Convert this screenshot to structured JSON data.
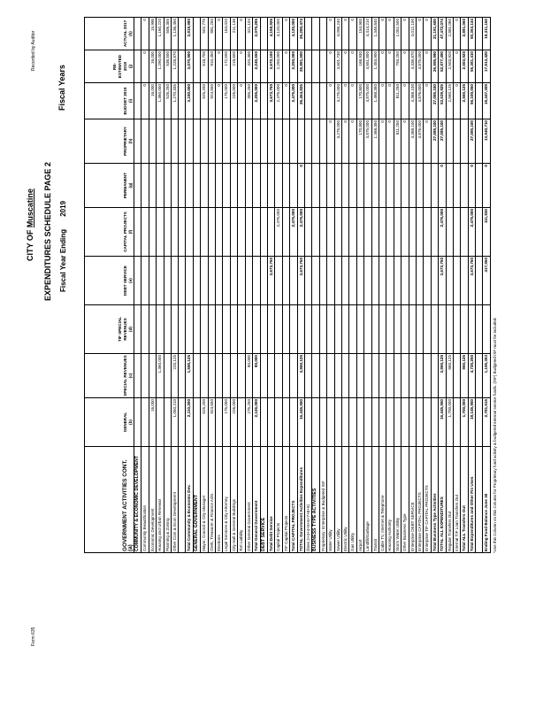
{
  "page": {
    "form_label": "Form 635",
    "recorded_label": "Recorded by Auditor",
    "city_prefix": "CITY OF",
    "city_name": "Muscatine",
    "title": "EXPENDITURES SCHEDULE PAGE 2",
    "fiscal_year_ending": "Fiscal Year Ending",
    "fiscal_year": "2019",
    "fiscal_years": "Fiscal Years",
    "footnote": "*Use this Column on this Column for Proprietary fund activity & budgeted internal service funds. (ISF) Budgeted ISF must be included."
  },
  "table": {
    "headers": [
      {
        "label": "GOVERNMENT ACTIVITIES CONT.",
        "code": "(a)"
      },
      {
        "label": "GENERAL",
        "code": "(b)"
      },
      {
        "label": "SPECIAL REVENUES",
        "code": "(c)"
      },
      {
        "label": "TIF SPECIAL REVENUES",
        "code": "(d)"
      },
      {
        "label": "DEBT SERVICE",
        "code": "(e)"
      },
      {
        "label": "CAPITAL PROJECTS",
        "code": "(f)"
      },
      {
        "label": "PERMANENT",
        "code": "(g)"
      },
      {
        "label": "PROPRIETARY",
        "code": "(h)"
      },
      {
        "label": "BUDGET 2019",
        "code": "(i)"
      },
      {
        "label": "RE-ESTIMATED 2018",
        "code": "(j)"
      },
      {
        "label": "ACTUAL 2017",
        "code": "(k)"
      }
    ],
    "rows": [
      {
        "type": "sec",
        "cells": [
          "COMMUNITY & ECONOMIC DEVELOPMENT",
          "",
          "",
          "",
          "",
          "",
          "",
          "",
          "",
          "",
          ""
        ]
      },
      {
        "cells": [
          "Community Beautification",
          "",
          "",
          "",
          "",
          "",
          "",
          "",
          "0",
          "0",
          "0"
        ]
      },
      {
        "cells": [
          "Economic Development",
          "16,000",
          "",
          "",
          "",
          "",
          "",
          "",
          "16,000",
          "16,000",
          "15,998"
        ]
      },
      {
        "cells": [
          "Housing and Urban Renewal",
          "",
          "1,360,000",
          "",
          "",
          "",
          "",
          "",
          "1,360,000",
          "1,290,000",
          "1,160,220"
        ]
      },
      {
        "cells": [
          "Planning & Zoning",
          "",
          "",
          "",
          "",
          "",
          "",
          "",
          "526,250",
          "536,500",
          "506,355"
        ]
      },
      {
        "cells": [
          "Other Com & Econ Development",
          "1,050,210",
          "220,125",
          "",
          "",
          "",
          "",
          "",
          "1,270,335",
          "1,228,870",
          "1,136,450"
        ]
      },
      {
        "cells": [
          "",
          "",
          "",
          "",
          "",
          "",
          "",
          "",
          "",
          "",
          ""
        ]
      },
      {
        "type": "tot",
        "cells": [
          "Total Community & Economic Dev.",
          "2,110,200",
          "1,580,125",
          "",
          "",
          "",
          "",
          "",
          "3,180,000",
          "3,070,900",
          "2,818,980"
        ]
      },
      {
        "type": "sec",
        "cells": [
          "GENERAL GOVERNMENT",
          "",
          "",
          "",
          "",
          "",
          "",
          "",
          "",
          "",
          ""
        ]
      },
      {
        "cells": [
          "Mayor, Council & City Manager",
          "525,200",
          "",
          "",
          "",
          "",
          "",
          "",
          "525,200",
          "518,700",
          "502,775"
        ]
      },
      {
        "cells": [
          "Clerk, Treasurer & Finance Adm.",
          "924,550",
          "",
          "",
          "",
          "",
          "",
          "",
          "924,550",
          "910,450",
          "881,250"
        ]
      },
      {
        "cells": [
          "Elections",
          "",
          "",
          "",
          "",
          "",
          "",
          "",
          "0",
          "0",
          "0"
        ]
      },
      {
        "cells": [
          "Legal Services & City Attorney",
          "175,000",
          "",
          "",
          "",
          "",
          "",
          "",
          "175,000",
          "172,500",
          "163,020"
        ]
      },
      {
        "cells": [
          "City Hall & General Buildings",
          "226,000",
          "",
          "",
          "",
          "",
          "",
          "",
          "226,000",
          "218,600",
          "211,136"
        ]
      },
      {
        "cells": [
          "Tort Liability",
          "",
          "",
          "",
          "",
          "",
          "",
          "",
          "0",
          "0",
          "0"
        ]
      },
      {
        "cells": [
          "Other General Government",
          "275,250",
          "80,000",
          "",
          "",
          "",
          "",
          "",
          "355,250",
          "420,300",
          "321,104"
        ]
      },
      {
        "type": "tot",
        "cells": [
          "Total General Government",
          "2,126,000",
          "80,000",
          "",
          "",
          "",
          "",
          "",
          "2,206,000",
          "2,240,550",
          "2,079,285"
        ]
      },
      {
        "type": "sec",
        "cells": [
          "DEBT SERVICE",
          "",
          "",
          "",
          "",
          "",
          "",
          "",
          "",
          "",
          ""
        ]
      },
      {
        "type": "tot",
        "cells": [
          "Total Debt Service",
          "",
          "",
          "",
          "3,673,750",
          "",
          "",
          "",
          "3,673,750",
          "3,672,100",
          "4,158,926"
        ]
      },
      {
        "cells": [
          "Capital Projects",
          "",
          "",
          "",
          "",
          "2,475,000",
          "",
          "",
          "2,475,000",
          "2,250,000",
          "4,120,000"
        ]
      },
      {
        "cells": [
          "TIF Capital Projects",
          "",
          "",
          "",
          "",
          "",
          "",
          "",
          "0",
          "0",
          "0"
        ]
      },
      {
        "type": "tot",
        "cells": [
          "Total CAPITAL PROJECTS",
          "",
          "",
          "",
          "",
          "2,475,000",
          "",
          "",
          "2,475,000",
          "2,250,000",
          "4,120,000"
        ]
      },
      {
        "type": "tot",
        "cells": [
          "TOTAL Government Activities Expenditures",
          "16,445,950",
          "3,860,125",
          "",
          "3,673,750",
          "2,475,000",
          "0",
          "",
          "26,454,825",
          "25,881,500",
          "26,280,474"
        ]
      },
      {
        "cells": [
          "  (lines 2+3+4+5+6+7+8+9)",
          "",
          "",
          "",
          "",
          "",
          "",
          "",
          "",
          "",
          ""
        ]
      },
      {
        "type": "sec",
        "cells": [
          "BUSINESS TYPE ACTIVITIES",
          "",
          "",
          "",
          "",
          "",
          "",
          "",
          "",
          "",
          ""
        ]
      },
      {
        "cells": [
          "Proprietary: Enterprise & Budgeted ISF",
          "",
          "",
          "",
          "",
          "",
          "",
          "",
          "",
          "",
          ""
        ]
      },
      {
        "cells": [
          "Water Utility",
          "",
          "",
          "",
          "",
          "",
          "",
          "0",
          "0",
          "0",
          "0"
        ]
      },
      {
        "cells": [
          "Sewer Utility",
          "",
          "",
          "",
          "",
          "",
          "",
          "3,275,000",
          "3,275,000",
          "3,601,730",
          "4,098,240"
        ]
      },
      {
        "cells": [
          "Electric Utility",
          "",
          "",
          "",
          "",
          "",
          "",
          "0",
          "0",
          "0",
          "0"
        ]
      },
      {
        "cells": [
          "Gas Utility",
          "",
          "",
          "",
          "",
          "",
          "",
          "0",
          "0",
          "0",
          "0"
        ]
      },
      {
        "cells": [
          "Airport",
          "",
          "",
          "",
          "",
          "",
          "",
          "170,800",
          "170,800",
          "168,930",
          "154,900"
        ]
      },
      {
        "cells": [
          "Landfill/Garbage",
          "",
          "",
          "",
          "",
          "",
          "",
          "4,875,000",
          "4,875,000",
          "4,651,800",
          "4,414,210"
        ]
      },
      {
        "cells": [
          "Transit",
          "",
          "",
          "",
          "",
          "",
          "",
          "1,468,350",
          "1,468,350",
          "1,453,900",
          "1,346,840"
        ]
      },
      {
        "cells": [
          "Cable TV, Internet & Telephone",
          "",
          "",
          "",
          "",
          "",
          "",
          "0",
          "0",
          "0",
          "0"
        ]
      },
      {
        "cells": [
          "Housing Authority",
          "",
          "",
          "",
          "",
          "",
          "",
          "0",
          "0",
          "0",
          "0"
        ]
      },
      {
        "cells": [
          "Storm Water Utility",
          "",
          "",
          "",
          "",
          "",
          "",
          "811,250",
          "811,250",
          "793,250",
          "1,051,500"
        ]
      },
      {
        "cells": [
          "Other Business Type",
          "",
          "",
          "",
          "",
          "",
          "",
          "0",
          "0",
          "0",
          "0"
        ]
      },
      {
        "cells": [
          "Enterprise DEBT SERVICE",
          "",
          "",
          "",
          "",
          "",
          "",
          "4,368,100",
          "4,368,100",
          "4,336,870",
          "4,012,100"
        ]
      },
      {
        "cells": [
          "Enterprise CAPITAL PROJECTS",
          "",
          "",
          "",
          "",
          "",
          "",
          "4,876,000",
          "4,876,000",
          "4,875,000",
          "0"
        ]
      },
      {
        "cells": [
          "Enterprise TIF CAPITAL PROJECTS",
          "",
          "",
          "",
          "",
          "",
          "",
          "0",
          "0",
          "0",
          "0"
        ]
      },
      {
        "type": "tot",
        "cells": [
          "Total Business Type Activities",
          "",
          "",
          "",
          "",
          "",
          "",
          "27,085,100",
          "27,085,100",
          "26,995,990",
          "21,191,600"
        ]
      },
      {
        "type": "tot",
        "cells": [
          "TOTAL ALL EXPENDITURES",
          "16,445,950",
          "3,860,125",
          "",
          "3,673,750",
          "2,475,000",
          "0",
          "27,085,100",
          "53,539,925",
          "52,877,490",
          "47,472,074"
        ]
      },
      {
        "cells": [
          "Regular Transfers Out",
          "1,700,000",
          "860,125",
          "",
          "",
          "",
          "",
          "",
          "2,560,125",
          "2,503,920",
          "2,881,060"
        ]
      },
      {
        "cells": [
          "Internal TIF Loan Transfers Out",
          "",
          "",
          "",
          "",
          "",
          "",
          "",
          "0",
          "0",
          "0"
        ]
      },
      {
        "type": "tot",
        "cells": [
          "Total ALL Transfers Out",
          "1,700,000",
          "860,125",
          "",
          "",
          "",
          "",
          "",
          "2,560,125",
          "2,503,920",
          "2,881,060"
        ]
      },
      {
        "type": "tot",
        "cells": [
          "Total Expenditures and Other Fin Uses",
          "18,145,950",
          "4,720,250",
          "",
          "3,673,750",
          "2,475,000",
          "0",
          "27,085,100",
          "56,100,050",
          "55,381,410",
          "50,353,134"
        ]
      },
      {
        "cells": [
          "",
          "",
          "",
          "",
          "",
          "",
          "",
          "",
          "",
          "",
          ""
        ]
      },
      {
        "type": "tot",
        "cells": [
          "Ending Fund Balance June 30",
          "2,781,515",
          "1,195,303",
          "",
          "417,950",
          "111,830",
          "0",
          "13,940,710",
          "18,447,308",
          "17,813,420",
          "18,311,150"
        ]
      }
    ]
  }
}
